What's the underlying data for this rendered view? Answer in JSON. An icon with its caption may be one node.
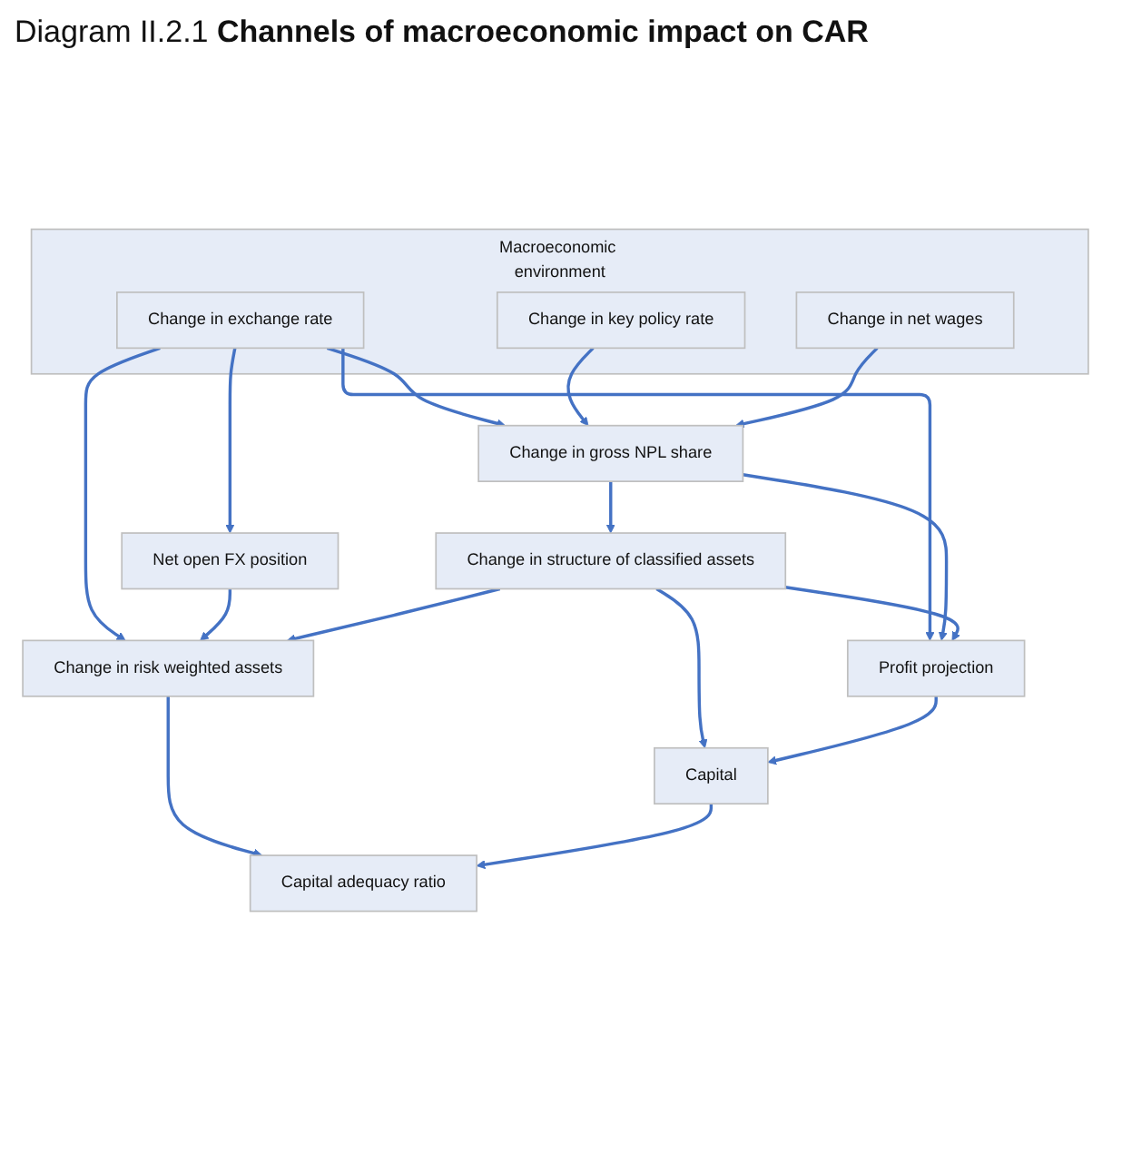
{
  "diagram": {
    "title": "Diagram II.2.1 **Channels of macroeconomic impact on CAR**",
    "nodes": [
      {
        "text": [
          "Macroeconomic environment"
        ]
      },
      {
        "text": [
          "Change in exchange rate"
        ],
        "in": 0
      },
      {
        "text": [
          "Change in key policy rate"
        ],
        "in": 0
      },
      {
        "text": [
          "Change in net wages"
        ],
        "in": 0
      },
      {
        "text": [
          "Net open FX position"
        ]
      },
      {
        "text": [
          "Change in gross NPL share"
        ]
      },
      {
        "text": [
          "Profit projection"
        ]
      },
      {
        "text": [
          "Change in structure of classified assets"
        ]
      },
      {
        "text": [
          "Change in risk weighted assets"
        ]
      },
      {
        "text": [
          "Capital"
        ]
      },
      {
        "text": [
          "Capital adequacy ratio"
        ]
      }
    ],
    "edges": [
      {
        "from": 1,
        "to": 4,
        "arrow": "to"
      },
      {
        "from": 1,
        "to": 5,
        "arrow": "to"
      },
      {
        "from": 2,
        "to": 5,
        "arrow": "to"
      },
      {
        "from": 3,
        "to": 5,
        "arrow": "to"
      },
      {
        "from": 1,
        "to": 6,
        "arrow": "to"
      },
      {
        "from": 1,
        "to": 8,
        "arrow": "to"
      },
      {
        "from": 5,
        "to": 6,
        "arrow": "to"
      },
      {
        "from": 5,
        "to": 7,
        "arrow": "to"
      },
      {
        "from": 7,
        "to": 6,
        "arrow": "to"
      },
      {
        "from": 4,
        "to": 8,
        "arrow": "to"
      },
      {
        "from": 7,
        "to": 8,
        "arrow": "to"
      },
      {
        "from": 7,
        "to": 9,
        "arrow": "to"
      },
      {
        "from": 6,
        "to": 9,
        "arrow": "to"
      },
      {
        "from": 8,
        "to": 10,
        "arrow": "to"
      },
      {
        "from": 9,
        "to": 10,
        "arrow": "to"
      }
    ]
  }
}
